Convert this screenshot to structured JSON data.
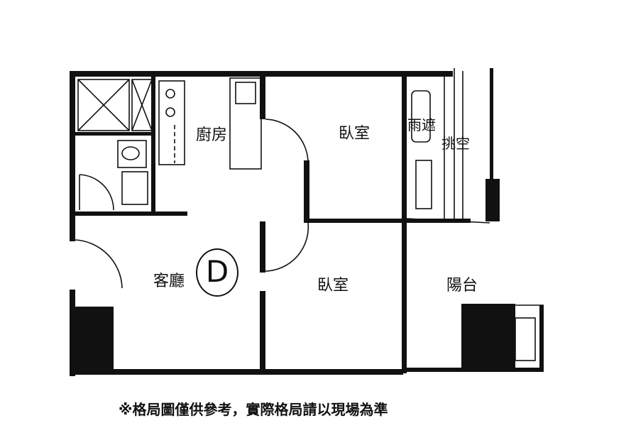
{
  "rooms": {
    "kitchen": "廚房",
    "bedroom_1": "臥室",
    "bedroom_2": "臥室",
    "living_room": "客廳",
    "balcony": "陽台",
    "light_well": "雨遮",
    "void": "挑空"
  },
  "unit_label": "D",
  "note": "※格局圖僅供參考，實際格局請以現場為準"
}
